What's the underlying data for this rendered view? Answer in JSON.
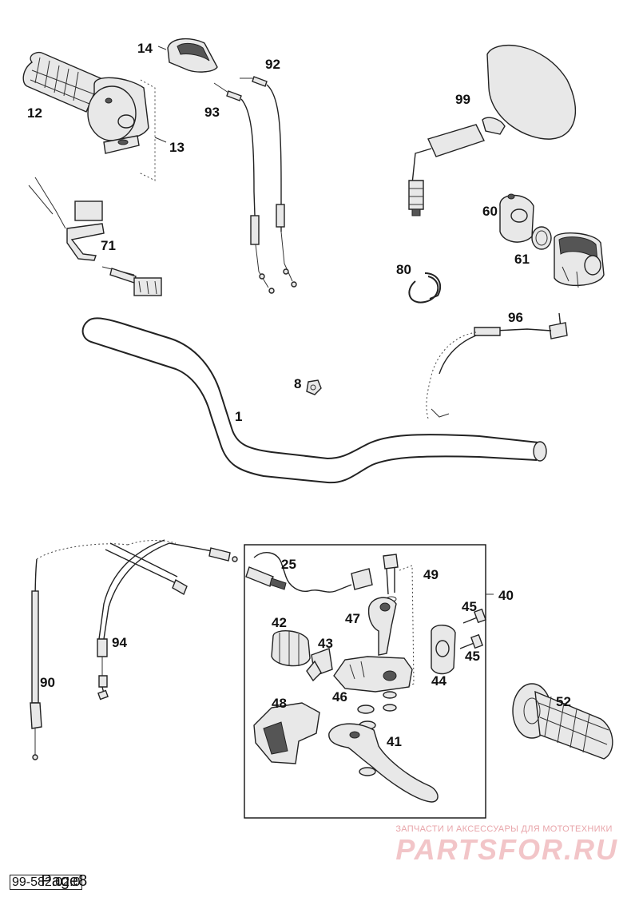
{
  "diagram": {
    "callouts": [
      "14",
      "92",
      "12",
      "93",
      "13",
      "99",
      "60",
      "71",
      "80",
      "61",
      "96",
      "8",
      "1",
      "25",
      "49",
      "40",
      "42",
      "47",
      "45",
      "43",
      "94",
      "45",
      "44",
      "90",
      "46",
      "48",
      "52",
      "41"
    ]
  },
  "footer": {
    "doc_number": "99-582.02.0",
    "page_label": "Page8"
  },
  "watermark": {
    "tagline": "ЗАПЧАСТИ И АКСЕССУАРЫ ДЛЯ МОТОТЕХНИКИ",
    "logo": "PARTSFOR.RU"
  }
}
